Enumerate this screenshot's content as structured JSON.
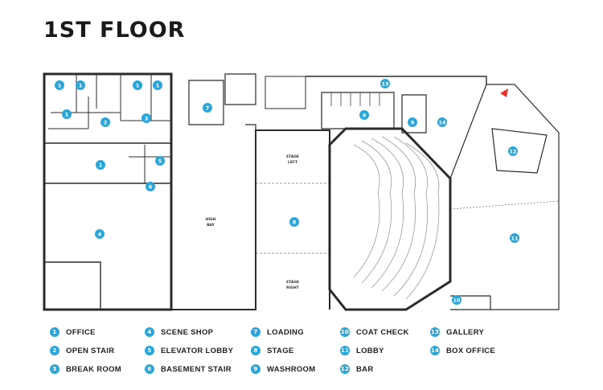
{
  "title": "1ST FLOOR",
  "plan_labels": {
    "stage_left": [
      "STAGE",
      "LEFT"
    ],
    "stage_right": [
      "STAGE",
      "RIGHT"
    ],
    "high_bay": [
      "HIGH",
      "BAY"
    ]
  },
  "markers": [
    "1",
    "1",
    "1",
    "1",
    "1",
    "2",
    "3",
    "1",
    "5",
    "6",
    "4",
    "7",
    "13",
    "9",
    "9",
    "14",
    "8",
    "12",
    "11",
    "10"
  ],
  "legend": [
    {
      "num": "1",
      "label": "OFFICE"
    },
    {
      "num": "2",
      "label": "OPEN STAIR"
    },
    {
      "num": "3",
      "label": "BREAK ROOM"
    },
    {
      "num": "4",
      "label": "SCENE SHOP"
    },
    {
      "num": "5",
      "label": "ELEVATOR LOBBY"
    },
    {
      "num": "6",
      "label": "BASEMENT STAIR"
    },
    {
      "num": "7",
      "label": "LOADING"
    },
    {
      "num": "8",
      "label": "STAGE"
    },
    {
      "num": "9",
      "label": "WASHROOM"
    },
    {
      "num": "10",
      "label": "COAT CHECK"
    },
    {
      "num": "11",
      "label": "LOBBY"
    },
    {
      "num": "12",
      "label": "BAR"
    },
    {
      "num": "13",
      "label": "GALLERY"
    },
    {
      "num": "14",
      "label": "BOX OFFICE"
    }
  ],
  "colors": {
    "marker": "#2aa6d8",
    "north_arrow": "#e8312e",
    "wall": "#2b2b2b"
  }
}
